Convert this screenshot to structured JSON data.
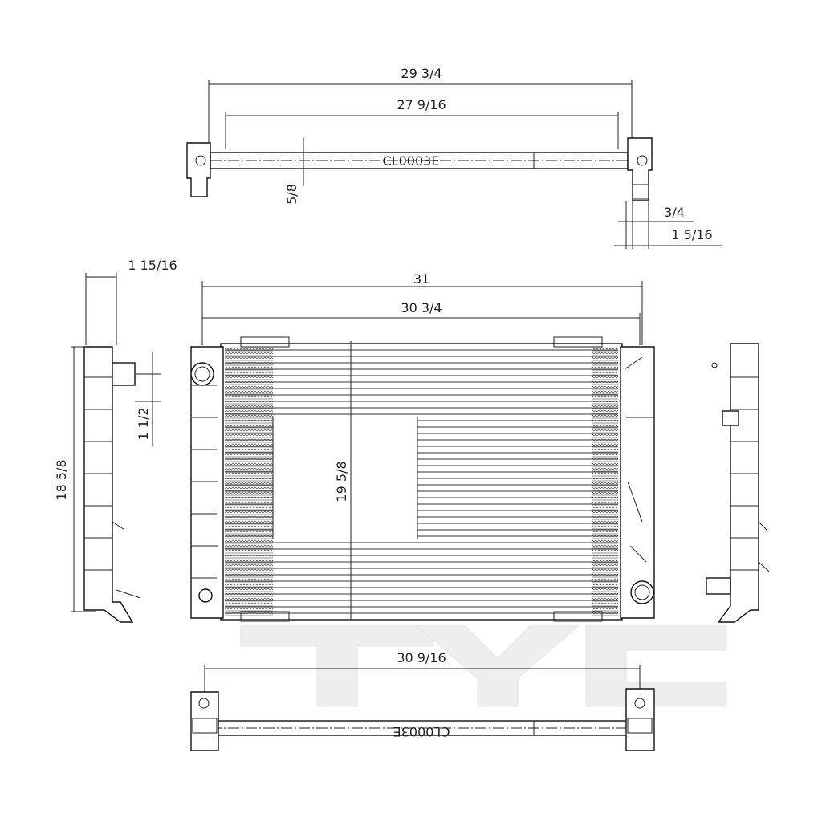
{
  "drawing": {
    "watermark": "TYC",
    "part_marking_top": "CL0003E",
    "part_marking_bottom": "CL0003E",
    "dimensions": {
      "top_overall": "29 3/4",
      "top_inner": "27 9/16",
      "top_height": "5/8",
      "outlet_width": "3/4",
      "outlet_depth": "1 5/16",
      "side_depth": "1 15/16",
      "inlet_offset": "1 1/2",
      "side_height": "18 5/8",
      "front_overall": "31",
      "front_inner": "30 3/4",
      "core_height": "19 5/8",
      "bottom_overall": "30 9/16"
    },
    "colors": {
      "line": "#222222",
      "watermark": "#eeeeee"
    }
  }
}
